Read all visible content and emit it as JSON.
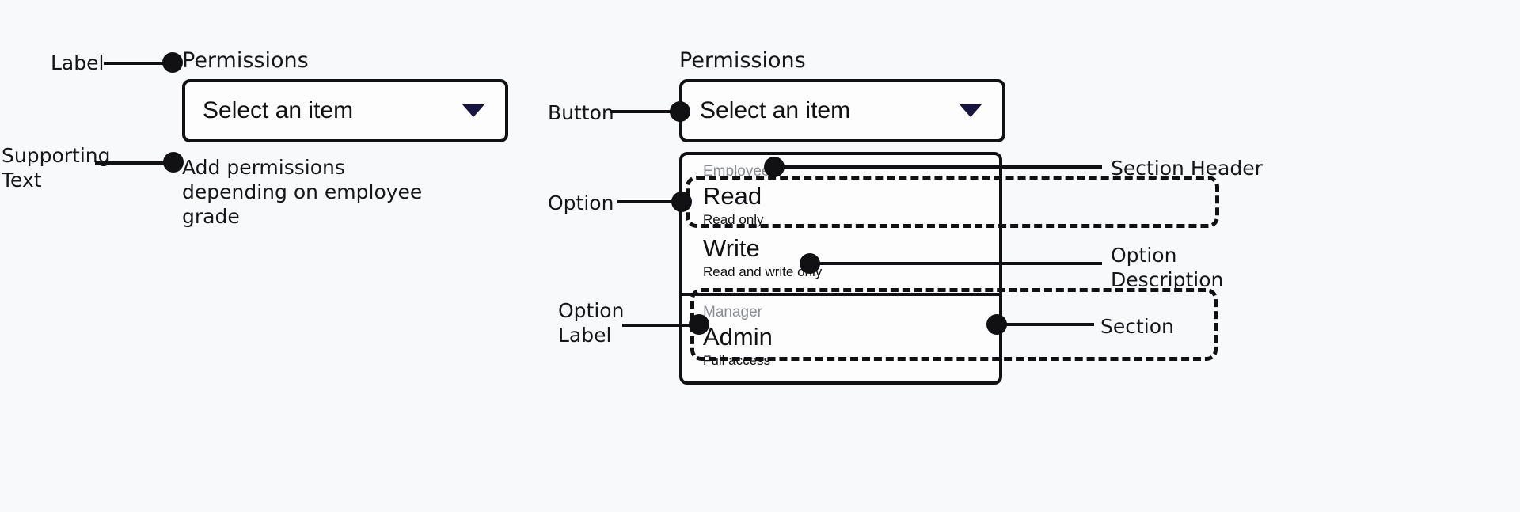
{
  "canvas": {
    "background_color": "#f7f9fb",
    "ink_color": "#111114",
    "muted_color": "#8a8d95",
    "caret_color": "#171440"
  },
  "left_specimen": {
    "label": "Permissions",
    "select_button": {
      "text": "Select an item",
      "caret_icon": "chevron-down-icon"
    },
    "supporting_text": "Add permissions depending on employee grade"
  },
  "right_specimen": {
    "label": "Permissions",
    "select_button": {
      "text": "Select an item",
      "caret_icon": "chevron-down-icon"
    },
    "listbox": {
      "sections": [
        {
          "header": "Employees",
          "options": [
            {
              "label": "Read",
              "description": "Read only"
            },
            {
              "label": "Write",
              "description": "Read and write only"
            }
          ]
        },
        {
          "header": "Manager",
          "options": [
            {
              "label": "Admin",
              "description": "Full access"
            }
          ]
        }
      ]
    }
  },
  "annotations": {
    "left": [
      {
        "id": "label",
        "text": "Label"
      },
      {
        "id": "supporting-text",
        "text": "Supporting\nText"
      }
    ],
    "middle": [
      {
        "id": "button",
        "text": "Button"
      },
      {
        "id": "option",
        "text": "Option"
      },
      {
        "id": "option-label",
        "text": "Option\nLabel"
      }
    ],
    "right": [
      {
        "id": "section-header",
        "text": "Section Header"
      },
      {
        "id": "option-description",
        "text": "Option\nDescription"
      },
      {
        "id": "section",
        "text": "Section"
      }
    ]
  }
}
